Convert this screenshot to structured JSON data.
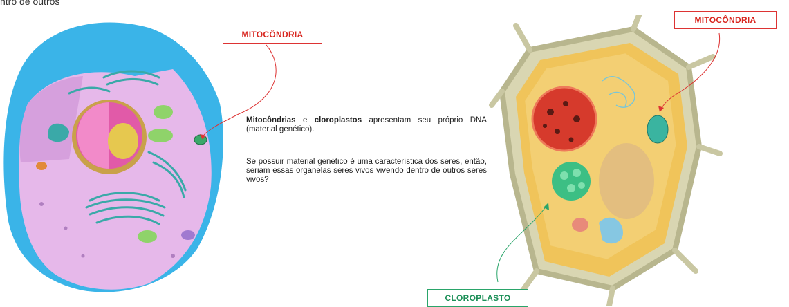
{
  "top_fragment": "ntro de outros",
  "labels": {
    "animal_mito": "MITOCÔNDRIA",
    "plant_mito": "MITOCÔNDRIA",
    "plant_chloro": "CLOROPLASTO"
  },
  "paragraph1": {
    "bold1": "Mitocôndrias",
    "connector": " e ",
    "bold2": "cloroplastos",
    "rest": " apresentam seu próprio DNA (material genético)."
  },
  "paragraph2": "Se possuir material genético é uma característica dos seres, então, seriam essas organelas seres vivos vivendo dentro de outros seres vivos?",
  "colors": {
    "label_red": "#d8261f",
    "label_green": "#1b8f57",
    "animal_membrane": "#3ab4e8",
    "animal_cytoplasm": "#e6b8ea",
    "plant_wall": "#c9c7a2",
    "plant_cytoplasm": "#f0c45a"
  }
}
